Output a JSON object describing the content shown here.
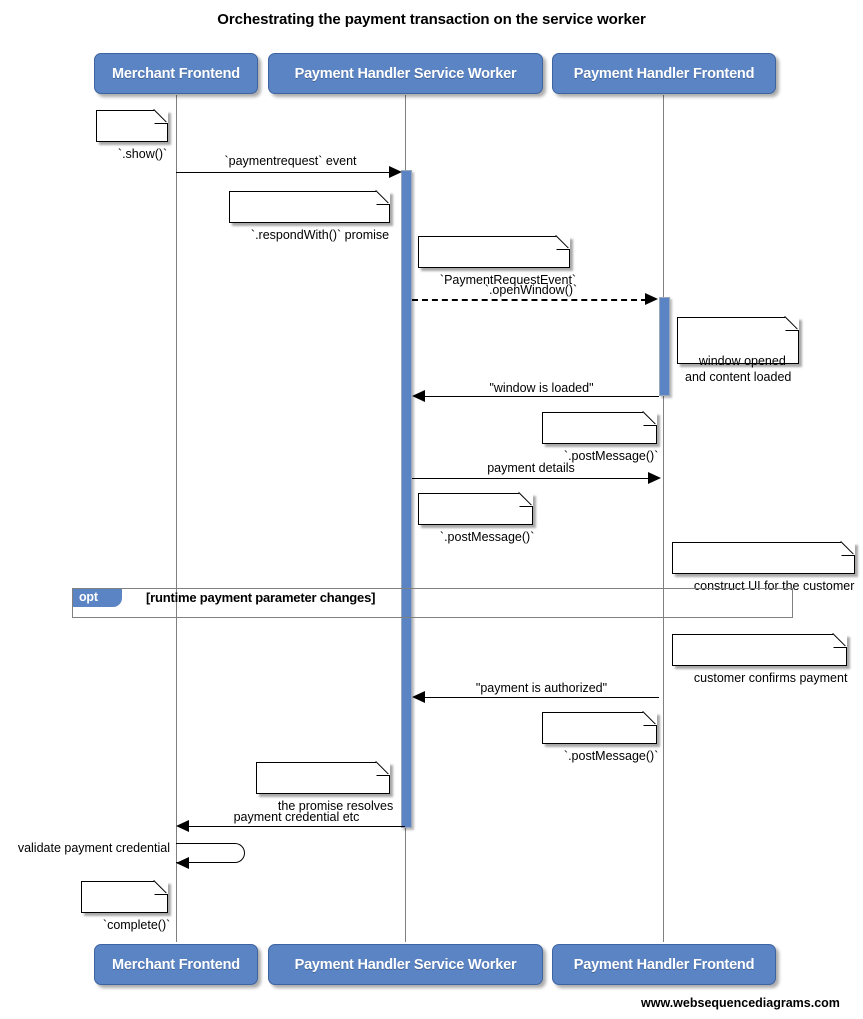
{
  "title": "Orchestrating the payment transaction on the service worker",
  "footer": "www.websequencediagrams.com",
  "participants": [
    {
      "id": "merchant-frontend",
      "label": "Merchant Frontend"
    },
    {
      "id": "payment-handler-service-worker",
      "label": "Payment Handler Service Worker"
    },
    {
      "id": "payment-handler-frontend",
      "label": "Payment Handler Frontend"
    }
  ],
  "messages": [
    {
      "id": "paymentrequest-event",
      "label": "`paymentrequest` event",
      "from": "merchant-frontend",
      "to": "payment-handler-service-worker",
      "style": "solid"
    },
    {
      "id": "openwindow",
      "label": "`.openWindow()`",
      "from": "payment-handler-service-worker",
      "to": "payment-handler-frontend",
      "style": "dashed"
    },
    {
      "id": "window-is-loaded",
      "label": "\"window is loaded\"",
      "from": "payment-handler-frontend",
      "to": "payment-handler-service-worker",
      "style": "solid"
    },
    {
      "id": "payment-details",
      "label": "payment details",
      "from": "payment-handler-service-worker",
      "to": "payment-handler-frontend",
      "style": "solid"
    },
    {
      "id": "payment-is-authorized",
      "label": "\"payment is authorized\"",
      "from": "payment-handler-frontend",
      "to": "payment-handler-service-worker",
      "style": "solid"
    },
    {
      "id": "payment-credential-etc",
      "label": "payment credential etc",
      "from": "payment-handler-service-worker",
      "to": "merchant-frontend",
      "style": "solid"
    },
    {
      "id": "validate-payment-credential",
      "label": "validate payment credential",
      "from": "merchant-frontend",
      "to": "merchant-frontend",
      "style": "self"
    }
  ],
  "notes": [
    {
      "id": "note-show",
      "text": "`.show()`"
    },
    {
      "id": "note-respondwith-promise",
      "text": "`.respondWith()` promise"
    },
    {
      "id": "note-paymentrequestevent",
      "text": "`PaymentRequestEvent`"
    },
    {
      "id": "note-window-opened",
      "text": "window opened\nand content loaded"
    },
    {
      "id": "note-postmessage-1",
      "text": "`.postMessage()`"
    },
    {
      "id": "note-postmessage-2",
      "text": "`.postMessage()`"
    },
    {
      "id": "note-construct-ui",
      "text": "construct UI for the customer"
    },
    {
      "id": "note-customer-confirms",
      "text": "customer confirms payment"
    },
    {
      "id": "note-postmessage-3",
      "text": "`.postMessage()`"
    },
    {
      "id": "note-promise-resolves",
      "text": "the promise resolves"
    },
    {
      "id": "note-complete",
      "text": "`complete()`"
    }
  ],
  "fragment": {
    "operator": "opt",
    "condition": "[runtime payment parameter changes]"
  },
  "colors": {
    "participant_fill": "#5b84c4",
    "participant_border": "#3d63a0",
    "participant_text": "#ffffff",
    "activation_fill": "#5b84c4",
    "lifeline": "#808080",
    "note_fill": "#ffffff",
    "note_border": "#000000",
    "arrow": "#000000",
    "fragment_border": "#808080",
    "background": "#ffffff"
  }
}
